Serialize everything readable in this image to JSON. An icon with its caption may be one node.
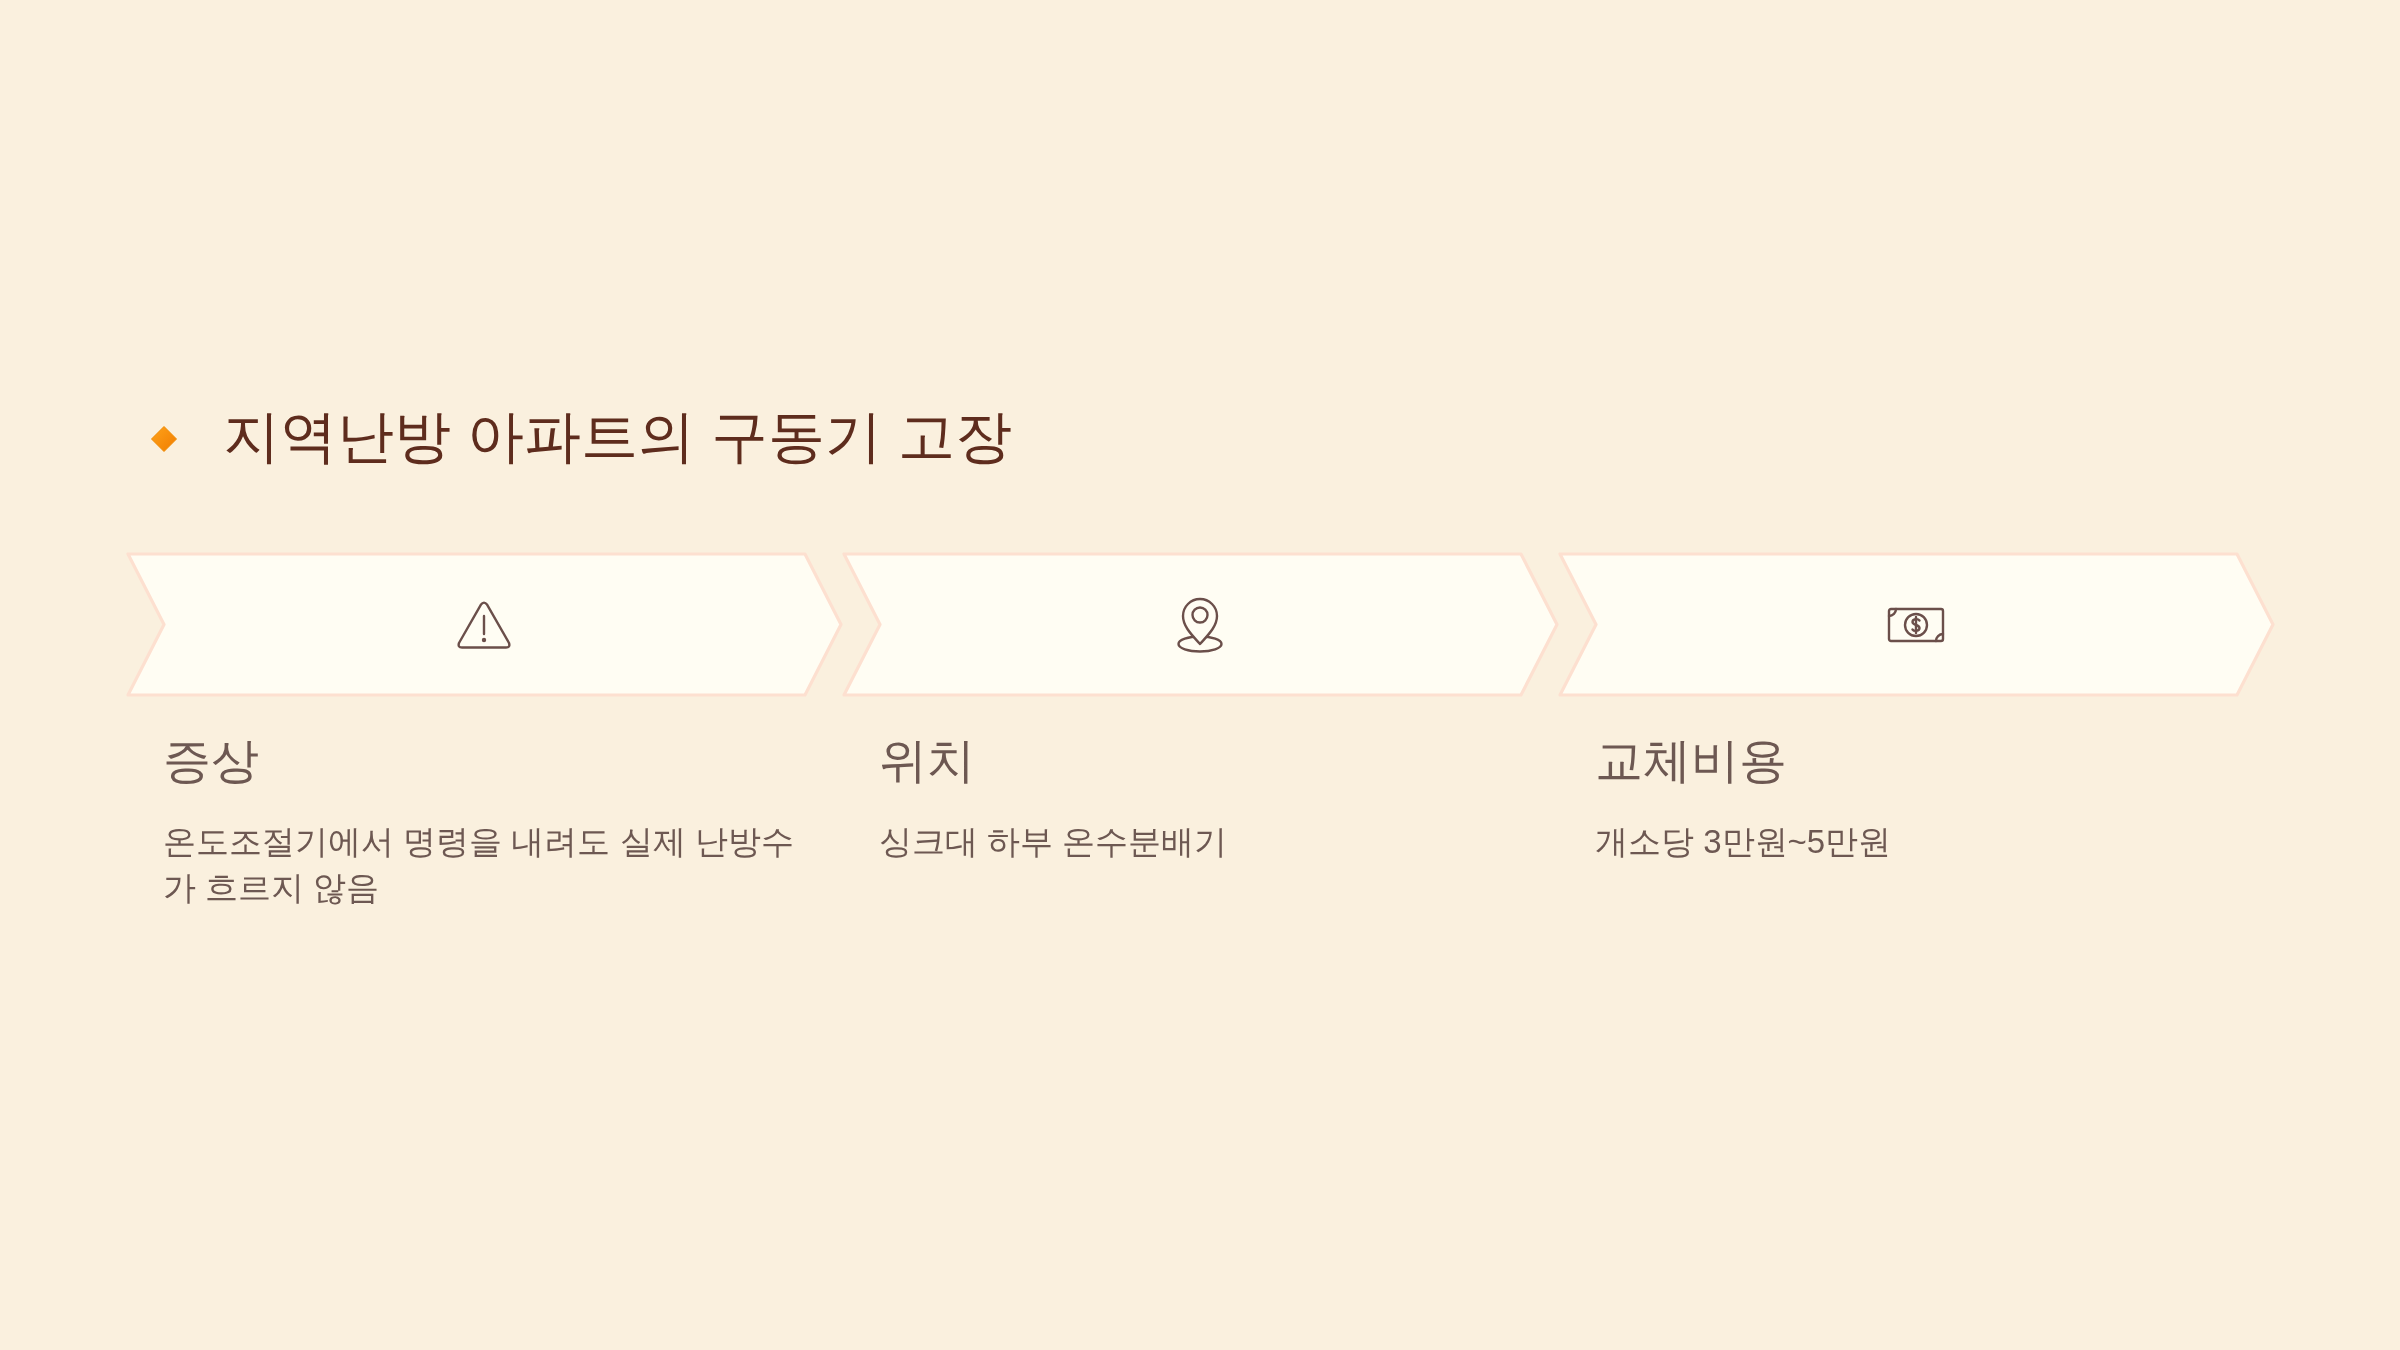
{
  "diagram": {
    "title": "지역난방 아파트의 구동기 고장",
    "nodes": [
      {
        "text": [
          "증상",
          "온도조절기에서 명령을 내려도 실제 난방수가 흐르지 않음"
        ]
      },
      {
        "text": [
          "위치",
          "싱크대 하부 온수분배기"
        ]
      },
      {
        "text": [
          "교체비용",
          "개소당 3만원~5만원"
        ]
      }
    ]
  }
}
